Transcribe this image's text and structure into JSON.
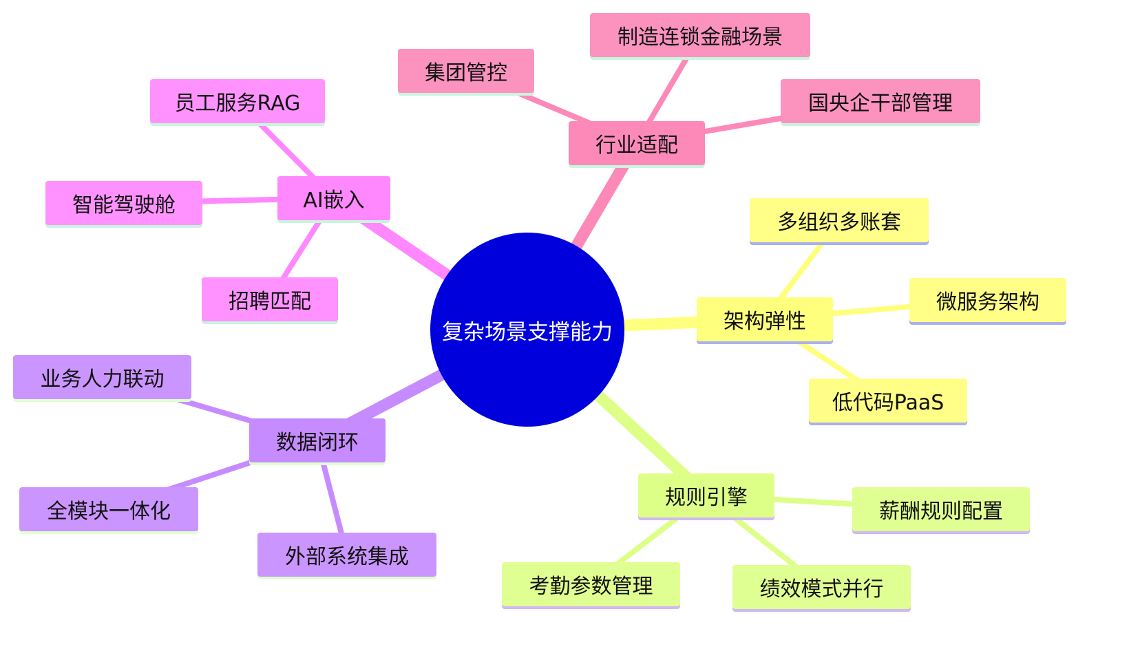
{
  "root": {
    "label": "复杂场景支撑能力",
    "color": "#0000dd"
  },
  "branches": [
    {
      "id": "industry",
      "label": "行业适配",
      "color": "#fc89b8",
      "underline": "#c9f5de",
      "children": [
        {
          "id": "group-control",
          "label": "集团管控"
        },
        {
          "id": "manufacturing-finance",
          "label": "制造连锁金融场景"
        },
        {
          "id": "soe-cadre",
          "label": "国央企干部管理"
        }
      ]
    },
    {
      "id": "architecture",
      "label": "架构弹性",
      "color": "#ffff7e",
      "underline": "#aab0ee",
      "children": [
        {
          "id": "multi-org",
          "label": "多组织多账套"
        },
        {
          "id": "microservice",
          "label": "微服务架构"
        },
        {
          "id": "lowcode",
          "label": "低代码PaaS"
        }
      ]
    },
    {
      "id": "rules",
      "label": "规则引擎",
      "color": "#ddff88",
      "underline": "#d0b8f5",
      "children": [
        {
          "id": "salary-rules",
          "label": "薪酬规则配置"
        },
        {
          "id": "attendance-params",
          "label": "考勤参数管理"
        },
        {
          "id": "performance-modes",
          "label": "绩效模式并行"
        }
      ]
    },
    {
      "id": "data-loop",
      "label": "数据闭环",
      "color": "#c68cff",
      "underline": "#e0ffd0",
      "children": [
        {
          "id": "business-hr",
          "label": "业务人力联动"
        },
        {
          "id": "all-modules",
          "label": "全模块一体化"
        },
        {
          "id": "external-integration",
          "label": "外部系统集成"
        }
      ]
    },
    {
      "id": "ai",
      "label": "AI嵌入",
      "color": "#ff88ff",
      "underline": "#c9f5de",
      "children": [
        {
          "id": "employee-rag",
          "label": "员工服务RAG"
        },
        {
          "id": "smart-cockpit",
          "label": "智能驾驶舱"
        },
        {
          "id": "recruit-match",
          "label": "招聘匹配"
        }
      ]
    }
  ]
}
